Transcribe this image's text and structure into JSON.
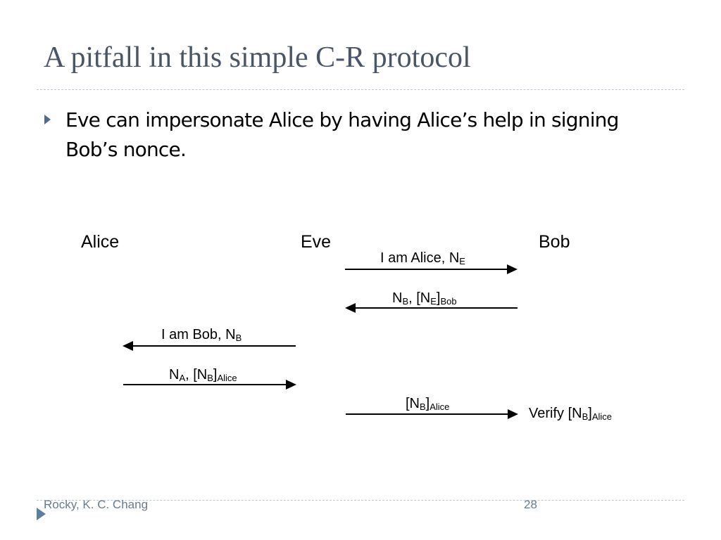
{
  "slide": {
    "title": "A pitfall in this simple C-R protocol",
    "bullet": "Eve can impersonate Alice by having Alice’s help in signing Bob’s nonce."
  },
  "actors": {
    "alice": "Alice",
    "eve": "Eve",
    "bob": "Bob"
  },
  "messages": [
    {
      "main": "I am Alice, N",
      "sub": "E",
      "direction": "right"
    },
    {
      "p1": "N",
      "s1": "B",
      "p2": ", [N",
      "s2": "E",
      "p3": "]",
      "s3": "Bob",
      "direction": "left"
    },
    {
      "main": "I am Bob, N",
      "sub": "B",
      "direction": "left"
    },
    {
      "p1": "N",
      "s1": "A",
      "p2": ", [N",
      "s2": "B",
      "p3": "]",
      "s3": "Alice",
      "direction": "right"
    },
    {
      "p1": "[N",
      "s1": "B",
      "p2": "]",
      "s2": "Alice",
      "direction": "right"
    }
  ],
  "verify": {
    "p1": "Verify [N",
    "s1": "B",
    "p2": "]",
    "s2": "Alice"
  },
  "footer": {
    "author": "Rocky, K. C. Chang",
    "page": "28"
  }
}
